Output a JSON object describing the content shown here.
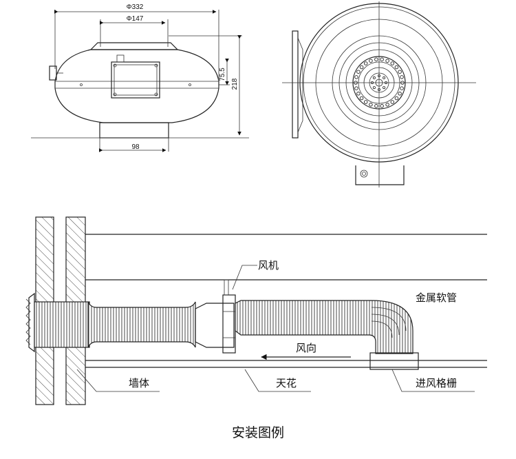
{
  "dimensions": {
    "outer_diameter": "Φ332",
    "inner_diameter": "Φ147",
    "height_small": "75.5",
    "height_total": "218",
    "outlet_width": "98"
  },
  "labels": {
    "fan": "风机",
    "metal_hose": "金属软管",
    "airflow": "风向",
    "wall": "墙体",
    "ceiling": "天花",
    "intake_grille": "进风格栅"
  },
  "caption": "安装图例"
}
